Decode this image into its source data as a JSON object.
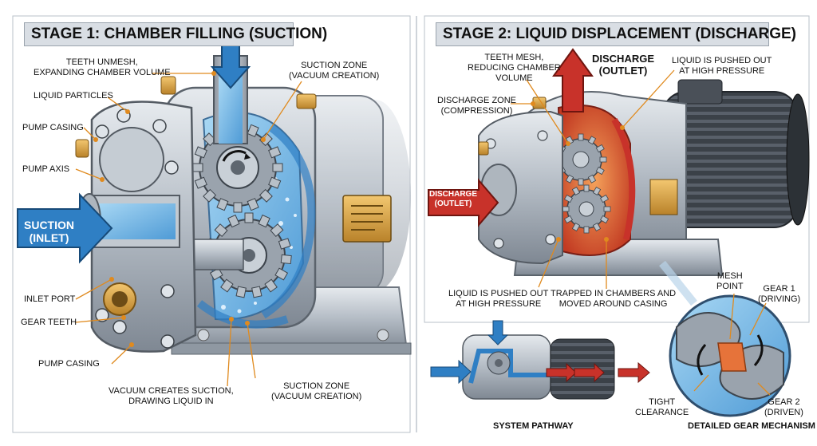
{
  "stage1": {
    "title": "STAGE 1: CHAMBER FILLING (SUCTION)",
    "labels": {
      "teeth_unmesh": "TEETH UNMESH,\nEXPANDING CHAMBER VOLUME",
      "liquid_particles": "LIQUID PARTICLES",
      "pump_casing_top": "PUMP CASING",
      "pump_axis": "PUMP AXIS",
      "inlet_port": "INLET PORT",
      "gear_teeth": "GEAR TEETH",
      "pump_casing_bottom": "PUMP CASING",
      "suction_zone_top": "SUCTION ZONE\n(VACUUM CREATION)",
      "vacuum_creates": "VACUUM CREATES SUCTION,\nDRAWING LIQUID IN",
      "suction_zone_bottom": "SUCTION ZONE\n(VACUUM CREATION)"
    },
    "suction_arrow": "SUCTION\n(INLET)"
  },
  "stage2": {
    "title": "STAGE 2: LIQUID DISPLACEMENT (DISCHARGE)",
    "labels": {
      "teeth_mesh": "TEETH MESH,\nREDUCING CHAMBER\nVOLUME",
      "discharge_zone": "DISCHARGE ZONE\n(COMPRESSION)",
      "liquid_pushed_top": "LIQUID IS PUSHED OUT\nAT HIGH PRESSURE",
      "liquid_pushed_bottom": "LIQUID IS PUSHED OUT\nAT HIGH PRESSURE",
      "trapped": "TRAPPED IN CHAMBERS AND\nMOVED AROUND CASING",
      "mesh_point": "MESH\nPOINT",
      "gear1": "GEAR 1\n(DRIVING)",
      "gear2": "GEAR 2\n(DRIVEN)",
      "tight_clearance": "TIGHT\nCLEARANCE"
    },
    "discharge_top": "DISCHARGE\n(OUTLET)",
    "discharge_left": "DISCHARGE\n(OUTLET)",
    "system_pathway": "SYSTEM PATHWAY",
    "gear_mechanism": "DETAILED GEAR MECHANISM"
  },
  "colors": {
    "suction_blue": "#2f7fc4",
    "liquid_blue": "#8cc6ec",
    "discharge_red": "#c8322a",
    "compression_orange": "#e6733a",
    "leader_orange": "#e08a1e",
    "casing_gray": "#b9c0c8",
    "nameplate_gold": "#e7b440"
  }
}
